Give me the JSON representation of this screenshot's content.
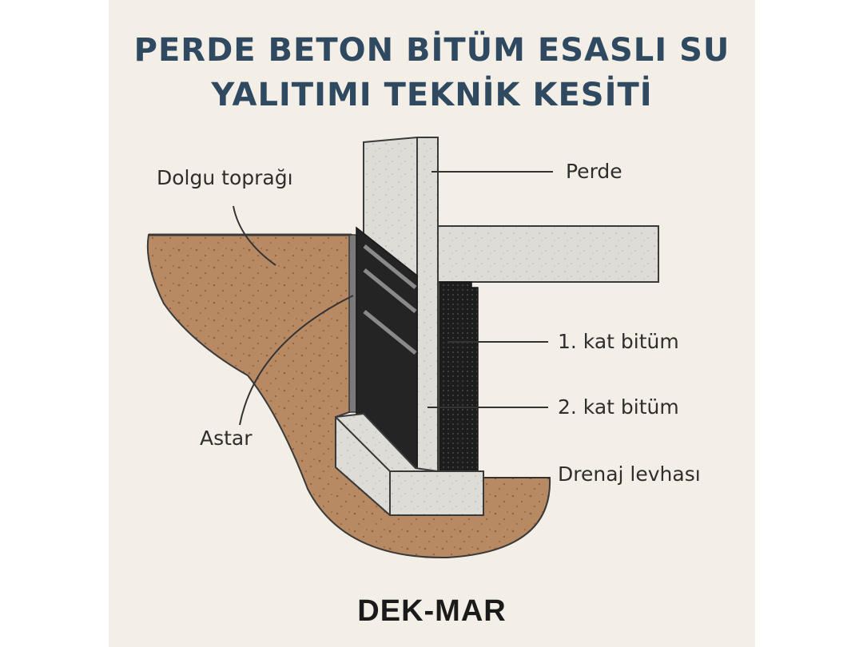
{
  "title": {
    "line1": "PERDE BETON BİTÜM ESASLI SU",
    "line2": "YALITIMI TEKNİK KESİTİ"
  },
  "labels": {
    "fill_soil": "Dolgu toprağı",
    "wall": "Perde",
    "coat1": "1. kat bitüm",
    "coat2": "2. kat bitüm",
    "primer": "Astar",
    "drainage": "Drenaj levhası"
  },
  "brand": "DEK-MAR",
  "colors": {
    "background": "#f4efe6",
    "title": "#2f4a60",
    "soil": "#b88a63",
    "concrete": "#dedcd6",
    "bitumen": "#242424",
    "outline": "#3a3a3a"
  }
}
